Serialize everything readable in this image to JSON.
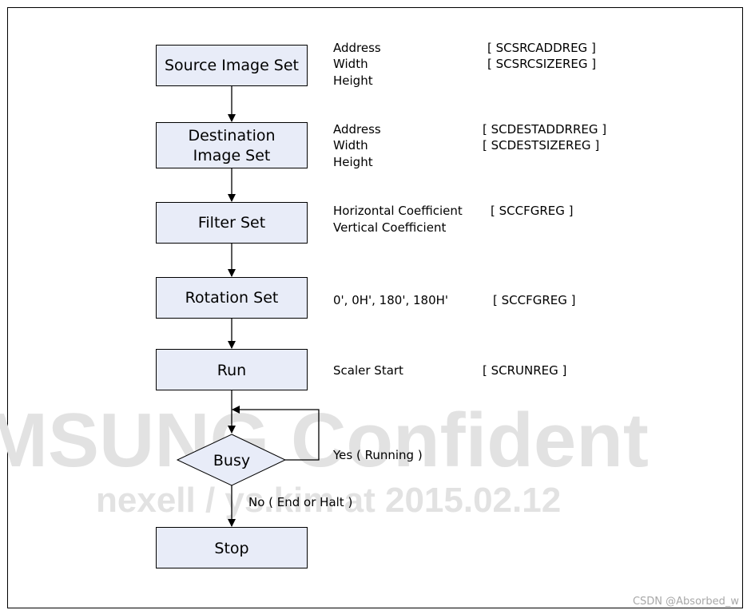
{
  "steps": [
    {
      "label": [
        "Source Image Set"
      ]
    },
    {
      "label": [
        "Destination",
        "Image Set"
      ]
    },
    {
      "label": [
        "Filter Set"
      ]
    },
    {
      "label": [
        "Rotation Set"
      ]
    },
    {
      "label": [
        "Run"
      ]
    },
    {
      "label": [
        "Busy"
      ]
    },
    {
      "label": [
        "Stop"
      ]
    }
  ],
  "notes": {
    "source": {
      "fields": [
        "Address",
        "Width",
        "Height"
      ],
      "regs": [
        "[ SCSRCADDREG ]",
        "[ SCSRCSIZEREG ]"
      ]
    },
    "destination": {
      "fields": [
        "Address",
        "Width",
        "Height"
      ],
      "regs": [
        "[ SCDESTADDRREG ]",
        "[ SCDESTSIZEREG ]"
      ]
    },
    "filter": {
      "fields": [
        "Horizontal Coefficient",
        "Vertical Coefficient"
      ],
      "regs": [
        "[ SCCFGREG ]"
      ]
    },
    "rotation": {
      "fields": [
        "0', 0H', 180', 180H'"
      ],
      "regs": [
        "[ SCCFGREG ]"
      ]
    },
    "run": {
      "fields": [
        "Scaler Start"
      ],
      "regs": [
        "[ SCRUNREG ]"
      ]
    }
  },
  "edges": {
    "yes_label": "Yes ( Running )",
    "no_label": "No ( End or Halt )"
  },
  "watermark": {
    "line1": "MSUNG Confident",
    "line2": "nexell / ys.kim at 2015.02.12"
  },
  "credit": "CSDN @Absorbed_w",
  "colors": {
    "box_fill": "#e8ecf8",
    "box_stroke": "#000000"
  }
}
